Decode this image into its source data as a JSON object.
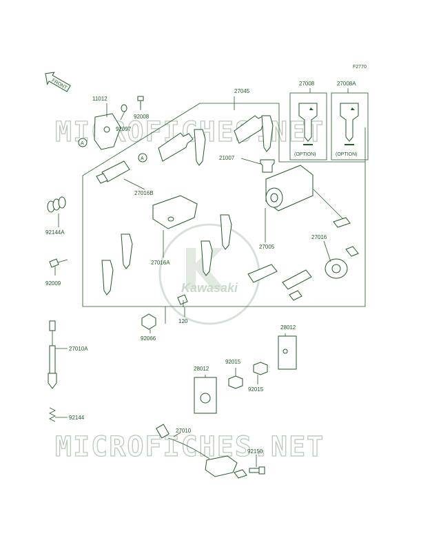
{
  "figure_code": "F2770",
  "front_arrow_label": "FRONT",
  "watermark": "MICROFICHES.NET",
  "logo_text": "Kawasaki",
  "ref_marker": "A",
  "option_label": "(OPTION)",
  "labels": {
    "p11012": "11012",
    "p92008": "92008",
    "p92097": "92097",
    "p27045": "27045",
    "p27008": "27008",
    "p27008A": "27008A",
    "p21007": "21007",
    "p27016B": "27016B",
    "p92144A": "92144A",
    "p27005": "27005",
    "p27016": "27016",
    "p27016A": "27016A",
    "p92009": "92009",
    "p120": "120",
    "p92066": "92066",
    "p28012a": "28012",
    "p28012b": "28012",
    "p92015a": "92015",
    "p92015b": "92015",
    "p27010A": "27010A",
    "p92144": "92144",
    "p27010": "27010",
    "p92150": "92150"
  },
  "colors": {
    "line": "#1f5a24",
    "watermark": "#b9c9ba",
    "background": "#ffffff"
  }
}
